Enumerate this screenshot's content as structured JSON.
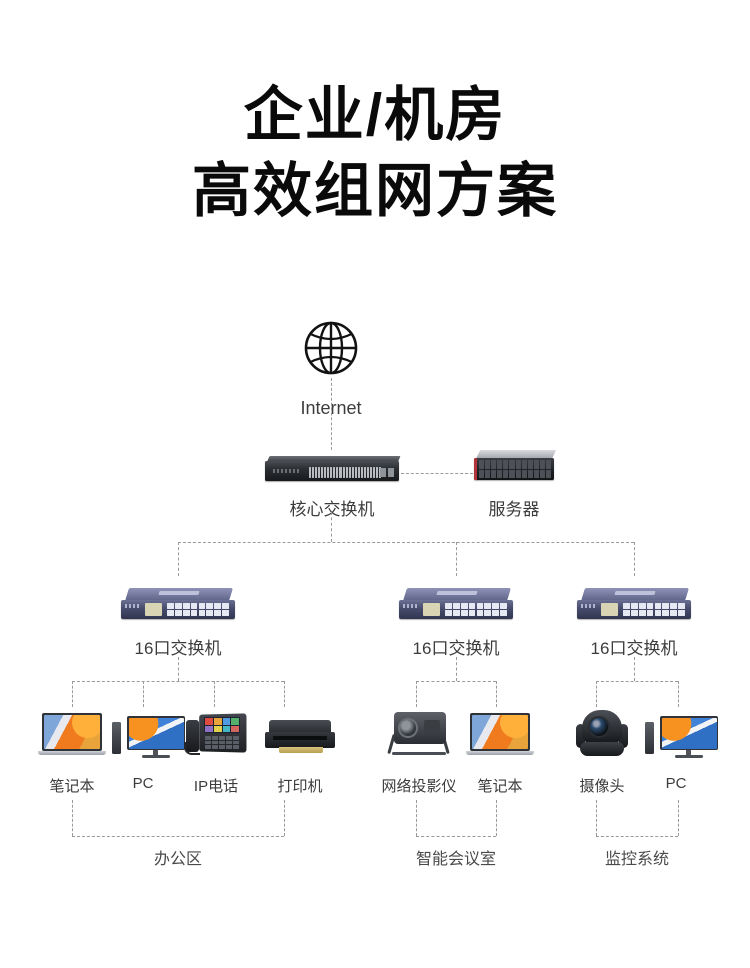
{
  "title": {
    "line1": "企业/机房",
    "line2": "高效组网方案"
  },
  "nodes": {
    "internet": {
      "label": "Internet",
      "icon": "globe-icon"
    },
    "core_switch": {
      "label": "核心交换机",
      "icon": "rack-switch-icon"
    },
    "server": {
      "label": "服务器",
      "icon": "rack-server-icon"
    },
    "switch_left": {
      "label": "16口交换机",
      "icon": "switch-16port-icon"
    },
    "switch_middle": {
      "label": "16口交换机",
      "icon": "switch-16port-icon"
    },
    "switch_right": {
      "label": "16口交换机",
      "icon": "switch-16port-icon"
    }
  },
  "devices": {
    "office": [
      {
        "label": "笔记本",
        "icon": "laptop-icon"
      },
      {
        "label": "PC",
        "icon": "desktop-pc-icon"
      },
      {
        "label": "IP电话",
        "icon": "ip-phone-icon"
      },
      {
        "label": "打印机",
        "icon": "printer-icon"
      }
    ],
    "meeting": [
      {
        "label": "网络投影仪",
        "icon": "projector-icon"
      },
      {
        "label": "笔记本",
        "icon": "laptop-icon"
      }
    ],
    "surveillance": [
      {
        "label": "摄像头",
        "icon": "ptz-camera-icon"
      },
      {
        "label": "PC",
        "icon": "desktop-pc-icon"
      }
    ]
  },
  "groups": {
    "office": "办公区",
    "meeting": "智能会议室",
    "surveillance": "监控系统"
  },
  "colors": {
    "background": "#ffffff",
    "title_text": "#0a0a0a",
    "label_text": "#3c3c3c",
    "group_label_text": "#4a4a4a",
    "connector_line": "#9a9a9a",
    "switch_accent": "#5e6486",
    "server_accent": "#b1343a"
  }
}
